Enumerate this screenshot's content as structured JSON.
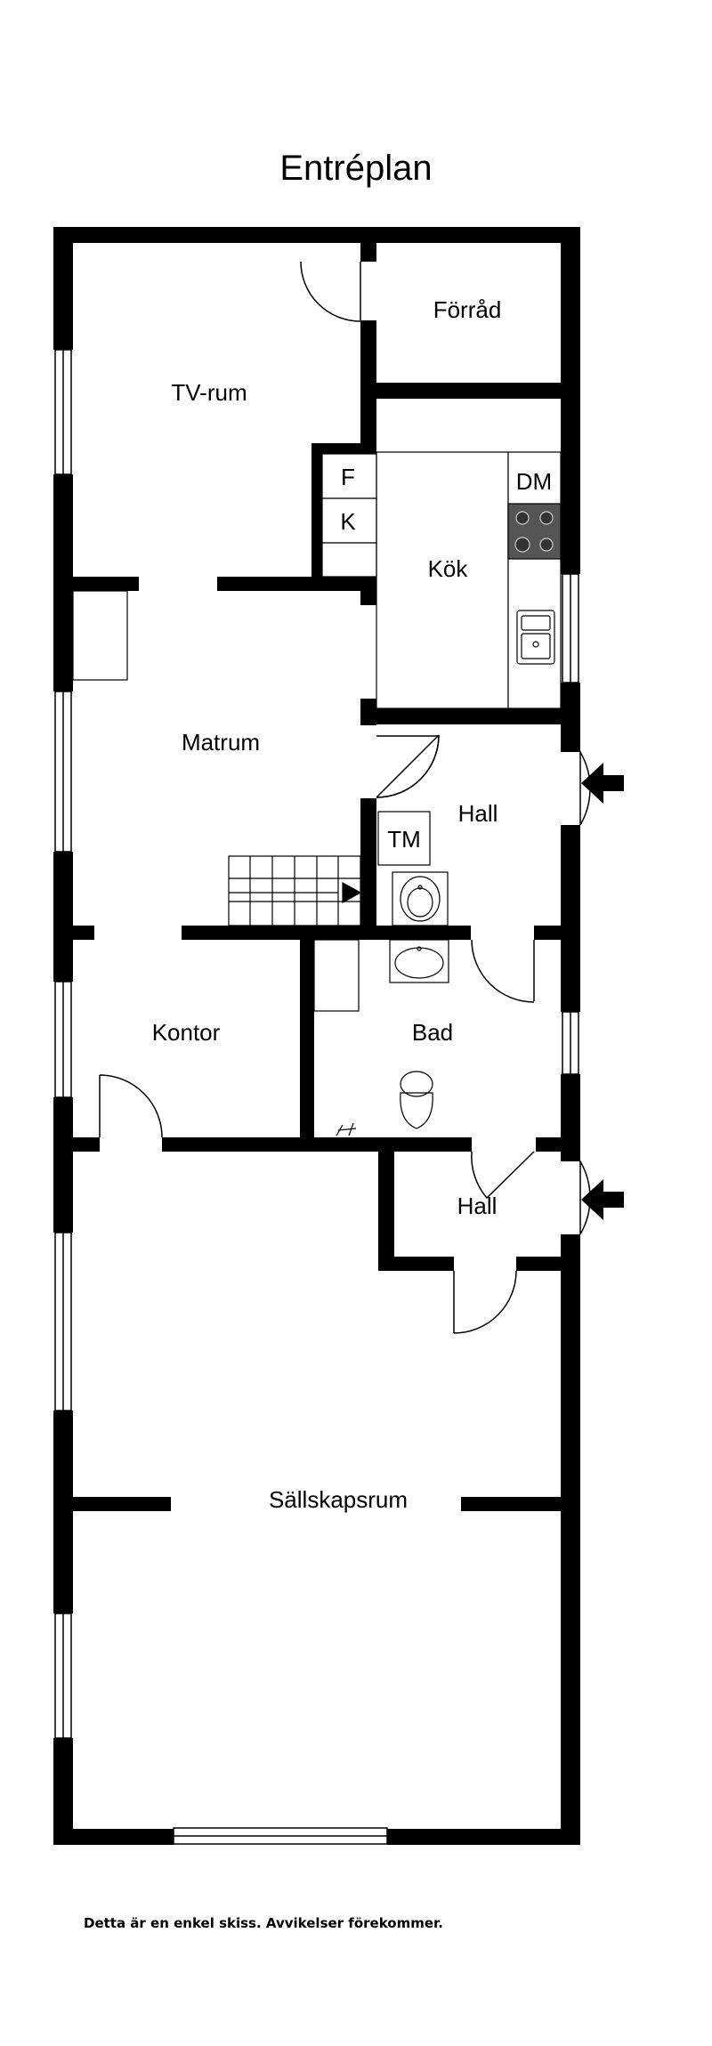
{
  "title": "Entréplan",
  "rooms": {
    "tv_rum": "TV-rum",
    "forrad": "Förråd",
    "kok": "Kök",
    "matrum": "Matrum",
    "hall_upper": "Hall",
    "kontor": "Kontor",
    "bad": "Bad",
    "hall_lower": "Hall",
    "sallskapsrum": "Sällskapsrum"
  },
  "fixtures": {
    "fridge": "F",
    "freezer": "K",
    "dishwasher": "DM",
    "washer": "TM"
  },
  "footnote": "Detta är en enkel skiss. Avvikelser förekommer."
}
